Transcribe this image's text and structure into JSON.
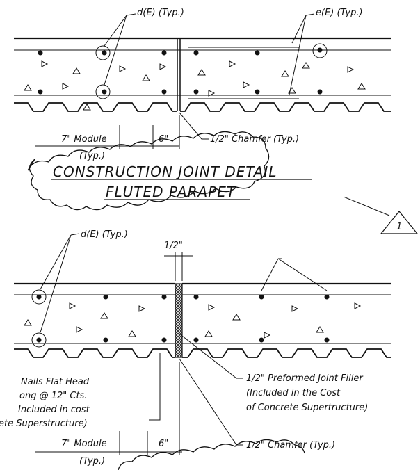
{
  "detail_1": {
    "callout_left": "d(E) (Typ.)",
    "callout_right": "e(E) (Typ.)",
    "module_label": "7\" Module",
    "module_typ": "(Typ.)",
    "six_inch": "6\"",
    "chamfer_prefix": "1/2\"",
    "chamfer_text": "Chamfer (Typ.)",
    "title_line1": "CONSTRUCTION JOINT DETAIL",
    "title_line2": "FLUTED PARAPET",
    "revision_mark": "1"
  },
  "detail_2": {
    "callout_left": "d(E) (Typ.)",
    "half_inch": "1/2\"",
    "nails_line1": "Nails Flat Head",
    "nails_line2": "ong @ 12\" Cts.",
    "nails_line3": "Included in cost",
    "nails_line4": "ete Superstructure)",
    "filler_line1": "1/2\" Preformed Joint Filler",
    "filler_line2": "(Included in the Cost",
    "filler_line3": "of Concrete Supertructure)",
    "module_label": "7\" Module",
    "module_typ": "(Typ.)",
    "six_inch": "6\"",
    "chamfer_text": "1/2\" Chamfer (Typ.)"
  }
}
